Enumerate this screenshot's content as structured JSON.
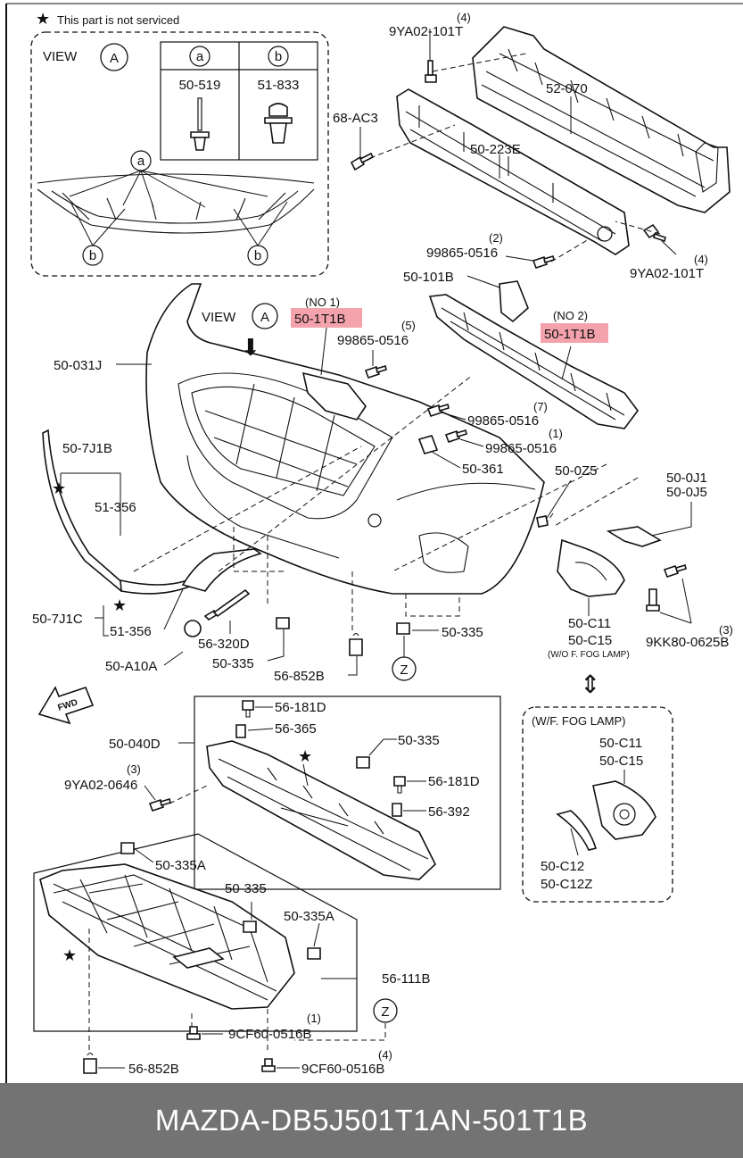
{
  "note": "This part is not serviced",
  "view_a": {
    "title": "VIEW",
    "circle": "A",
    "col_a": "a",
    "col_b": "b",
    "part_a": "50-519",
    "part_b": "51-833",
    "callout_a": "a",
    "callout_b": "b"
  },
  "labels": {
    "q4_top": "(4)",
    "p9ya02_top": "9YA02-101T",
    "p68ac3": "68-AC3",
    "p52070": "52-070",
    "p50223e": "50-223E",
    "q2": "(2)",
    "p99865_2": "99865-0516",
    "q4_right": "(4)",
    "p9ya02_right": "9YA02-101T",
    "p50101b": "50-101B",
    "no1": "(NO 1)",
    "t1b_1": "50-1T1B",
    "no2": "(NO 2)",
    "t1b_2": "50-1T1B",
    "view_a_main": "VIEW",
    "circle_a_main": "A",
    "q5": "(5)",
    "p99865_5": "99865-0516",
    "p50031j": "50-031J",
    "q7": "(7)",
    "p99865_7": "99865-0516",
    "q1": "(1)",
    "p99865_1": "99865-0516",
    "p507j1b": "50-7J1B",
    "p51356_a": "51-356",
    "p50361": "50-361",
    "p500z5": "50-0Z5",
    "p500j1": "50-0J1",
    "p500j5": "50-0J5",
    "p507j1c": "50-7J1C",
    "p51356_b": "51-356",
    "p56320d": "56-320D",
    "p50335_a": "50-335",
    "p50335_b": "50-335",
    "p50a10a": "50-A10A",
    "p56852b_a": "56-852B",
    "circle_z_a": "Z",
    "p50c11_a": "50-C11",
    "p50c15_a": "50-C15",
    "wo_fog": "(W/O F. FOG LAMP)",
    "q3_right": "(3)",
    "p9kk80": "9KK80-0625B",
    "p56181d_a": "56-181D",
    "p56365": "56-365",
    "p50040d": "50-040D",
    "p50335_c": "50-335",
    "q3_left": "(3)",
    "p9ya02_0646": "9YA02-0646",
    "p56181d_b": "56-181D",
    "p56392": "56-392",
    "wf_fog": "(W/F. FOG LAMP)",
    "p50c11_b": "50-C11",
    "p50c15_b": "50-C15",
    "p50c12": "50-C12",
    "p50c12z": "50-C12Z",
    "p50335a_a": "50-335A",
    "p50335_d": "50-335",
    "p50335a_b": "50-335A",
    "p56111b": "56-111B",
    "circle_z_b": "Z",
    "q1_bottom": "(1)",
    "p9cf60_1": "9CF60-0516B",
    "q4_bottom": "(4)",
    "p56852b_b": "56-852B",
    "p9cf60_2": "9CF60-0516B",
    "fwd": "FWD"
  },
  "footer": {
    "brand": "MAZDA",
    "dash1": "-",
    "oem": "DB5J501T1A",
    "n": "N",
    "dash2": "-",
    "part": "501T1B"
  },
  "colors": {
    "highlight": "#f4a3ad",
    "footer_bg": "#737373",
    "footer_text": "#ffffff"
  }
}
